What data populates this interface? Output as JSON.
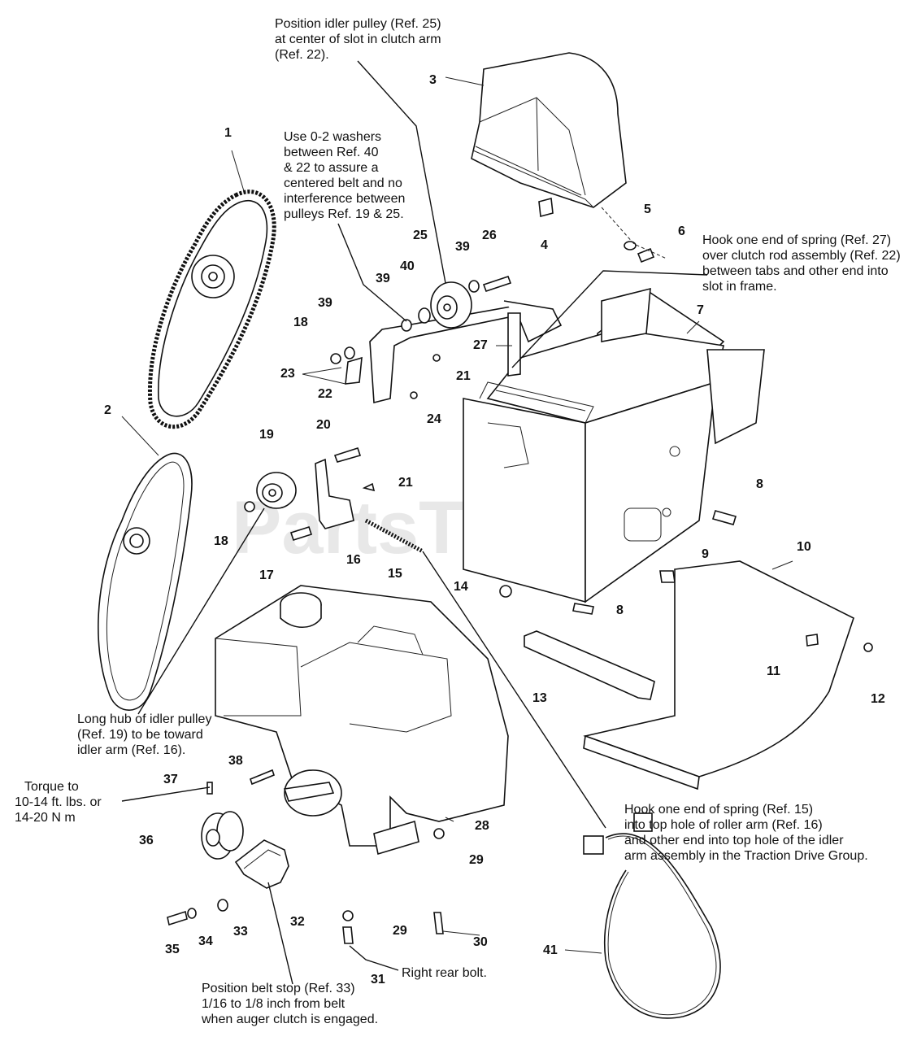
{
  "watermark": "PartsTree",
  "notes": [
    {
      "id": "idler25",
      "lines": [
        "Position idler pulley (Ref. 25)",
        "at center of slot in clutch arm",
        "(Ref. 22)."
      ]
    },
    {
      "id": "washers",
      "lines": [
        "Use 0-2 washers",
        "between Ref. 40",
        "& 22 to assure a",
        "centered belt and no",
        "interference between",
        "pulleys Ref. 19 & 25."
      ]
    },
    {
      "id": "spring27",
      "lines": [
        "Hook one end of spring (Ref. 27)",
        "over clutch rod assembly (Ref. 22)",
        "between tabs and other end into",
        "slot in frame."
      ]
    },
    {
      "id": "hub19",
      "lines": [
        "Long hub of idler pulley",
        "(Ref. 19) to be toward",
        "idler arm (Ref. 16)."
      ]
    },
    {
      "id": "torque",
      "lines": [
        "Torque to",
        "10-14 ft. lbs. or",
        "14-20 N m"
      ]
    },
    {
      "id": "spring15",
      "lines": [
        "Hook one end of spring (Ref. 15)",
        "into top hole of roller arm (Ref. 16)",
        "and other end into top hole of the idler",
        "arm assembly in the Traction Drive Group."
      ]
    },
    {
      "id": "rearbolt",
      "lines": [
        "Right rear bolt."
      ]
    },
    {
      "id": "beltstop",
      "lines": [
        "Position belt stop (Ref. 33)",
        "1/16 to 1/8 inch from belt",
        "when auger clutch is engaged."
      ]
    }
  ],
  "refs": [
    "1",
    "2",
    "3",
    "4",
    "5",
    "6",
    "7",
    "8",
    "8",
    "9",
    "10",
    "11",
    "12",
    "13",
    "14",
    "15",
    "16",
    "17",
    "18",
    "18",
    "19",
    "20",
    "21",
    "21",
    "22",
    "23",
    "24",
    "25",
    "26",
    "27",
    "28",
    "29",
    "29",
    "30",
    "31",
    "32",
    "33",
    "34",
    "35",
    "36",
    "37",
    "38",
    "39",
    "39",
    "39",
    "40",
    "41"
  ]
}
